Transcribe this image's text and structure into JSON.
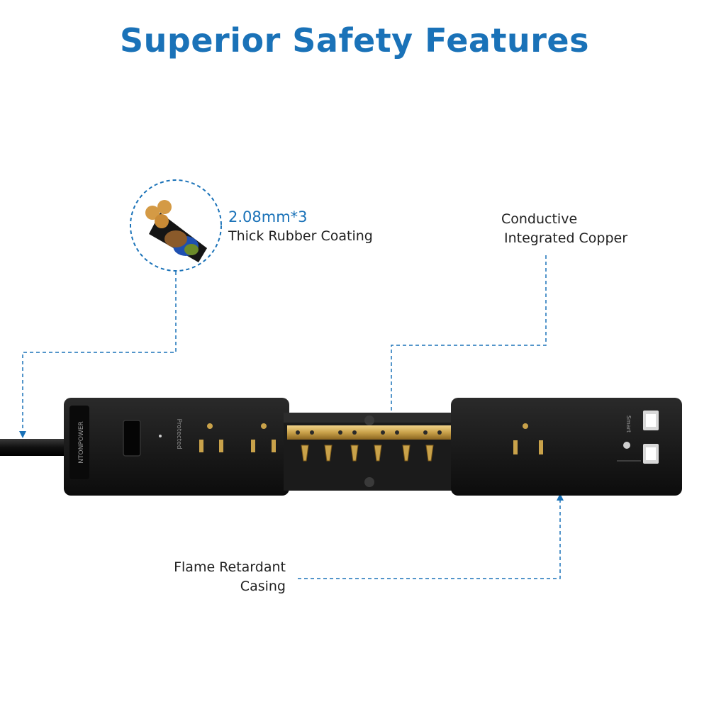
{
  "header": {
    "title": "Superior Safety Features"
  },
  "callouts": {
    "cable": {
      "spec": "2.08mm*3",
      "desc": "Thick Rubber Coating"
    },
    "copper": {
      "line1": "Conductive",
      "line2": "Integrated Copper"
    },
    "casing": {
      "line1": "Flame Retardant",
      "line2": "Casing"
    }
  },
  "product": {
    "brand": "NTONPOWER",
    "indicator_label": "Protected",
    "usb_label": "Smart"
  },
  "colors": {
    "accent": "#1a72b8",
    "casing": "#161616",
    "copper": "#c9a24a"
  }
}
